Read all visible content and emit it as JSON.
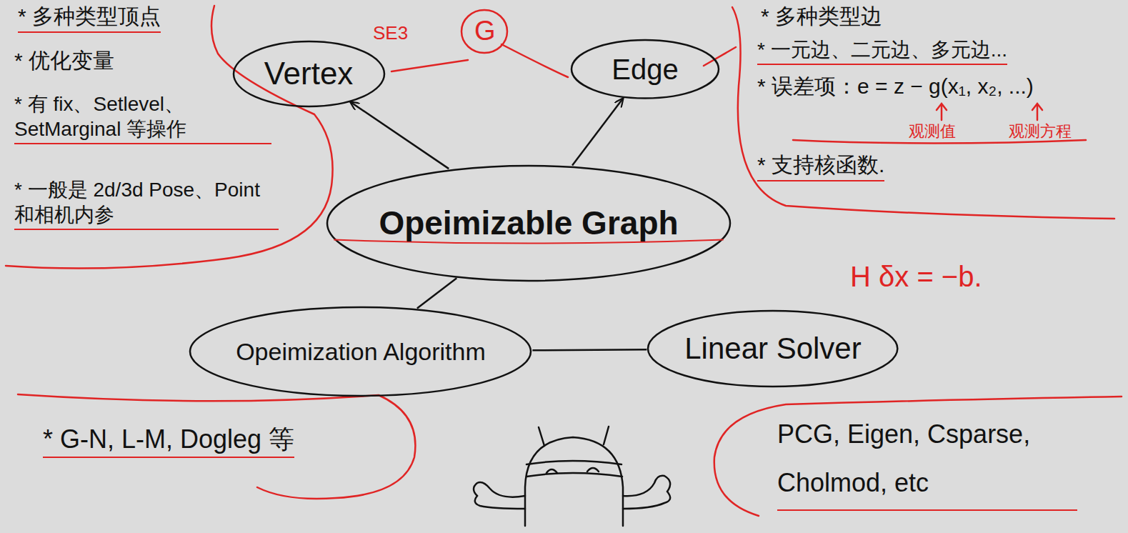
{
  "diagram": {
    "nodes": [
      {
        "text": [
          "Opeimizable Graph"
        ]
      },
      {
        "text": [
          "Vertex"
        ]
      },
      {
        "text": [
          "Edge"
        ]
      },
      {
        "text": [
          "Opeimization Algorithm"
        ]
      },
      {
        "text": [
          "Linear Solver"
        ]
      }
    ],
    "edges": [
      {
        "from": 0,
        "to": 1,
        "arrow": "to"
      },
      {
        "from": 0,
        "to": 2,
        "arrow": "to"
      },
      {
        "from": 0,
        "to": 3,
        "arrow": "none"
      },
      {
        "from": 3,
        "to": 4,
        "arrow": "none"
      }
    ],
    "labels": [
      "* 多种类型顶点",
      "SE3",
      "G",
      "* 优化变量",
      "* 有 fix、Setlevel、SetMarginal 等操作",
      "* 一般是 2d/3d Pose、Point 和相机内参",
      "* 多种类型边",
      "* 一元边、二元边、多元边...",
      "* 误差项：e = z − g(x₁, x₂, ...)",
      "观测值",
      "观测方程",
      "* 支持核函数.",
      "H δx = −b.",
      "* G-N, L-M, Dogleg 等",
      "PCG, Eigen, Csparse, Cholmod, etc"
    ]
  }
}
